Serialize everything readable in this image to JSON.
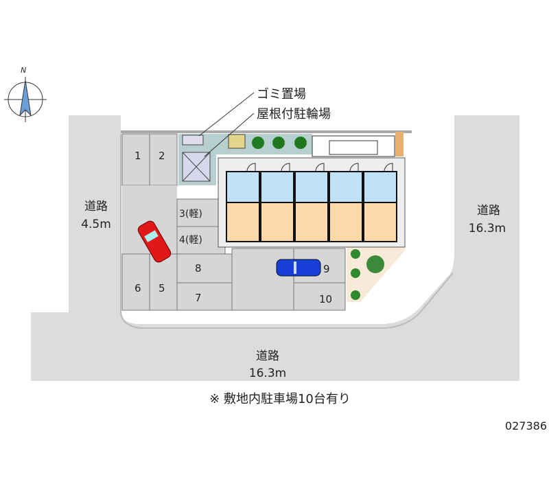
{
  "labels": {
    "garbage": "ゴミ置場",
    "bicycle": "屋根付駐輪場",
    "road_left_name": "道路",
    "road_left_width": "4.5m",
    "road_right_name": "道路",
    "road_right_width": "16.3m",
    "road_bottom_name": "道路",
    "road_bottom_width": "16.3m",
    "compass_n": "N"
  },
  "parking": [
    "1",
    "2",
    "3(軽)",
    "4(軽)",
    "5",
    "6",
    "7",
    "8",
    "9",
    "10"
  ],
  "note": "※ 敷地内駐車場10台有り",
  "property_id": "027386",
  "colors": {
    "road": "#dcdcdc",
    "lot": "#d9d9d9",
    "room_blue": "#bfe0f5",
    "room_peach": "#fcd9a8",
    "car_red": "#e01818",
    "car_blue": "#1a3fd8"
  }
}
